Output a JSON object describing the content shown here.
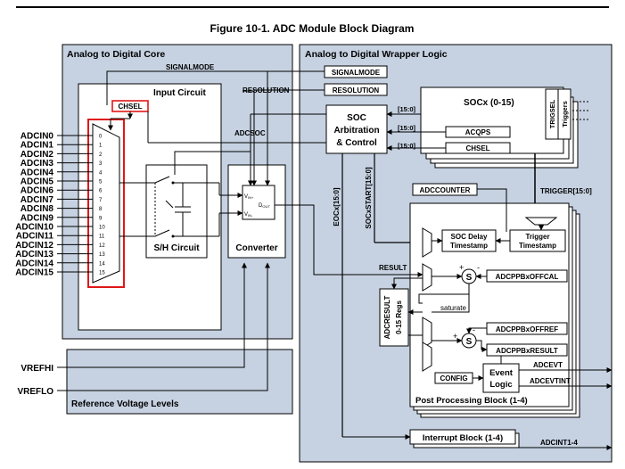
{
  "figure_title": "Figure 10-1. ADC Module Block Diagram",
  "core": {
    "title": "Analog to Digital Core",
    "input_circuit_title": "Input Circuit",
    "chsel": "CHSEL",
    "adc_inputs": [
      "ADCIN0",
      "ADCIN1",
      "ADCIN2",
      "ADCIN3",
      "ADCIN4",
      "ADCIN5",
      "ADCIN6",
      "ADCIN7",
      "ADCIN8",
      "ADCIN9",
      "ADCIN10",
      "ADCIN11",
      "ADCIN12",
      "ADCIN13",
      "ADCIN14",
      "ADCIN15"
    ],
    "mux_numbers": [
      "0",
      "1",
      "2",
      "3",
      "4",
      "5",
      "6",
      "7",
      "8",
      "9",
      "10",
      "11",
      "12",
      "13",
      "14",
      "15"
    ],
    "signalmode_label": "SIGNALMODE",
    "resolution_label": "RESOLUTION",
    "adcsoc_label": "ADCSOC",
    "sh_circuit": "S/H Circuit",
    "converter": "Converter",
    "vin_plus": "V",
    "vin_plus_sub": "IN+",
    "vin_minus": "V",
    "vin_minus_sub": "IN-",
    "dout": "D",
    "dout_sub": "OUT"
  },
  "reference": {
    "title": "Reference Voltage Levels",
    "vrefhi": "VREFHI",
    "vreflo": "VREFLO"
  },
  "wrapper": {
    "title": "Analog to Digital Wrapper Logic",
    "signalmode_box": "SIGNALMODE",
    "resolution_box": "RESOLUTION",
    "soc_lines": [
      "SOC",
      "Arbitration",
      "& Control"
    ],
    "bus_15_0": "[15:0]",
    "socx_title": "SOCx (0-15)",
    "acqps": "ACQPS",
    "chsel": "CHSEL",
    "triggers": "Triggers",
    "triggsel": "TRIGSEL",
    "trigger_bus": "TRIGGER[15:0]",
    "eocx": "EOCx[15:0]",
    "socxstart": "SOCxSTART[15:0]",
    "adccounter": "ADCCOUNTER",
    "result": "RESULT",
    "adcresult_lines": [
      "ADCRESULT",
      "0-15 Regs"
    ],
    "soc_delay_lines": [
      "SOC Delay",
      "Timestamp"
    ],
    "trigger_ts_lines": [
      "Trigger",
      "Timestamp"
    ],
    "offcal": "ADCPPBxOFFCAL",
    "offref": "ADCPPBxOFFREF",
    "ppbresult": "ADCPPBxRESULT",
    "sum_symbol": "S",
    "plus": "+",
    "minus": "-",
    "saturate": "saturate",
    "config": "CONFIG",
    "event_lines": [
      "Event",
      "Logic"
    ],
    "adcevt": "ADCEVT",
    "adcevtint": "ADCEVTINT",
    "ppb_title": "Post Processing Block (1-4)",
    "interrupt_title": "Interrupt Block (1-4)",
    "adcint": "ADCINT1-4"
  },
  "colors": {
    "panel_fill": "#c6d2e2",
    "white": "#ffffff",
    "line": "#000000",
    "highlight": "#e01818"
  }
}
